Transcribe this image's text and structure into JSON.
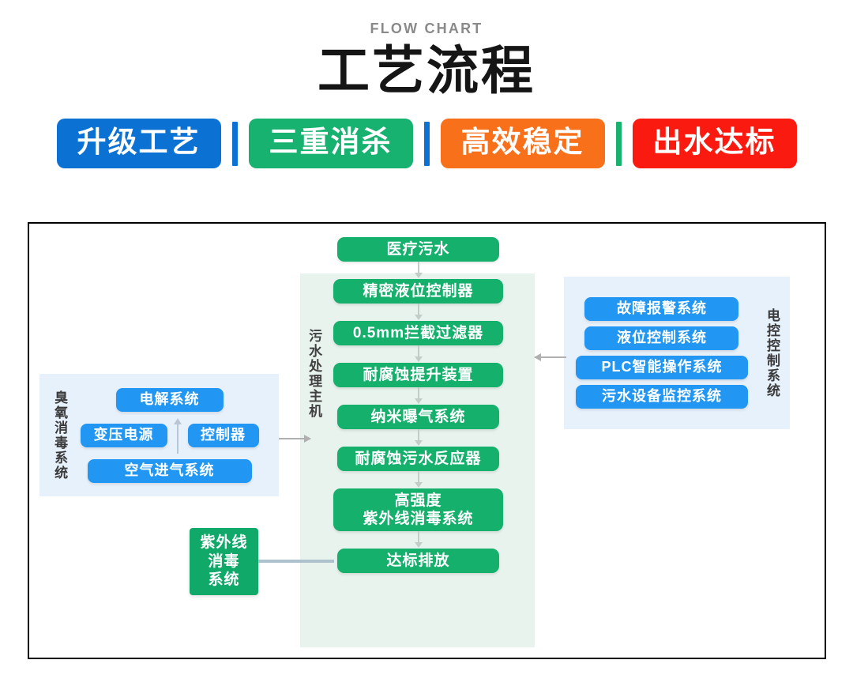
{
  "header": {
    "kicker": "FLOW CHART",
    "title": "工艺流程"
  },
  "tags": [
    {
      "label": "升级工艺",
      "color": "#0b72d4"
    },
    {
      "label": "三重消杀",
      "color": "#17b170"
    },
    {
      "label": "高效稳定",
      "color": "#f9701a"
    },
    {
      "label": "出水达标",
      "color": "#fa1a0f"
    }
  ],
  "separators": [
    {
      "color": "#0b72d4"
    },
    {
      "color": "#0b72d4"
    },
    {
      "color": "#17b170"
    }
  ],
  "diagram": {
    "main_column": {
      "label": "污水处理主机",
      "steps": [
        "医疗污水",
        "精密液位控制器",
        "0.5mm拦截过滤器",
        "耐腐蚀提升装置",
        "纳米曝气系统",
        "耐腐蚀污水反应器",
        "高强度",
        "紫外线消毒系统",
        "达标排放"
      ]
    },
    "ozone_panel": {
      "label": "臭氧消毒系统",
      "items": {
        "top": "电解系统",
        "middle_left": "变压电源",
        "middle_right": "控制器",
        "bottom": "空气进气系统"
      }
    },
    "control_panel": {
      "label": "电控控制系统",
      "items": [
        "故障报警系统",
        "液位控制系统",
        "PLC智能操作系统",
        "污水设备监控系统"
      ]
    },
    "uv_box": {
      "line1": "紫外线",
      "line2": "消毒",
      "line3": "系统"
    }
  },
  "colors": {
    "green": "#15b06c",
    "blue": "#2196f3",
    "panel_blue_bg": "#e7f1fc",
    "panel_green_bg": "#e8f3ee",
    "arrow": "#b0b0b0"
  }
}
